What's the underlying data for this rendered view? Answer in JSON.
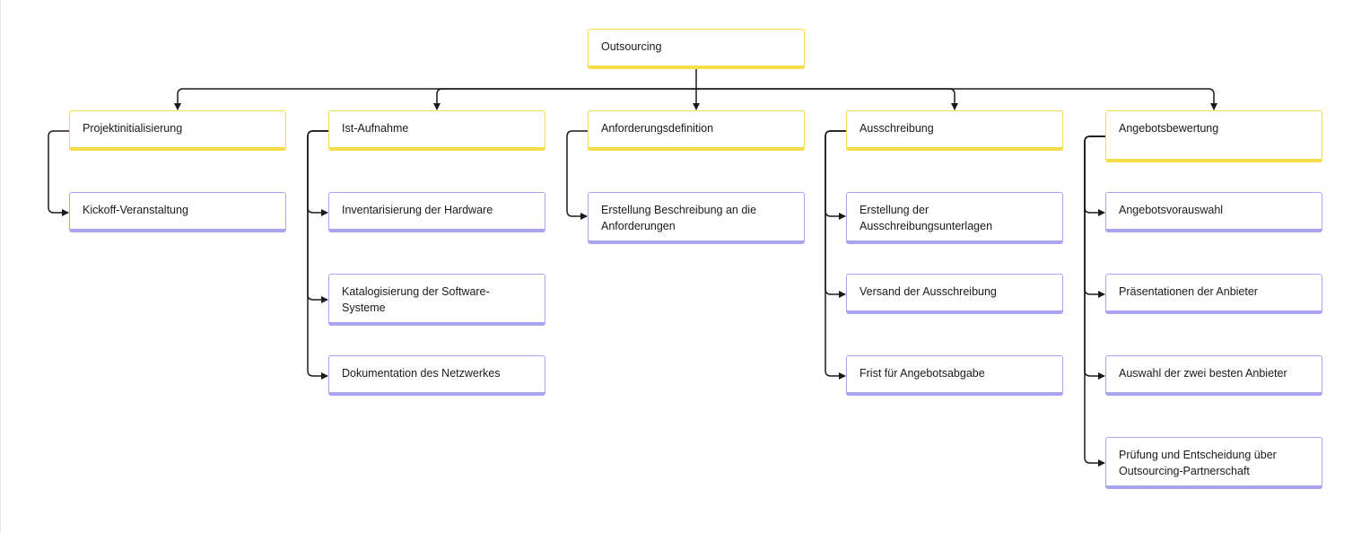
{
  "root": {
    "label": "Outsourcing"
  },
  "phases": [
    {
      "label": "Projektinitialisierung",
      "tasks": [
        "Kickoff-Veranstaltung"
      ]
    },
    {
      "label": "Ist-Aufnahme",
      "tasks": [
        "Inventarisierung der Hardware",
        "Katalogisierung der Software-Systeme",
        "Dokumentation des Netzwerkes"
      ]
    },
    {
      "label": "Anforderungsdefinition",
      "tasks": [
        "Erstellung Beschreibung an die Anforderungen"
      ]
    },
    {
      "label": "Ausschreibung",
      "tasks": [
        "Erstellung der Ausschreibungsunterlagen",
        "Versand der Ausschreibung",
        "Frist für Angebotsabgabe"
      ]
    },
    {
      "label": "Angebotsbewertung",
      "tasks": [
        "Angebotsvorauswahl",
        "Präsentationen der Anbieter",
        "Auswahl der zwei besten Anbieter",
        "Prüfung und Entscheidung über Outsourcing-Partnerschaft"
      ]
    }
  ],
  "colors": {
    "phase_border": "#f5dc4a",
    "task_border": "#aaa2f2",
    "connector": "#1a1a1a"
  }
}
